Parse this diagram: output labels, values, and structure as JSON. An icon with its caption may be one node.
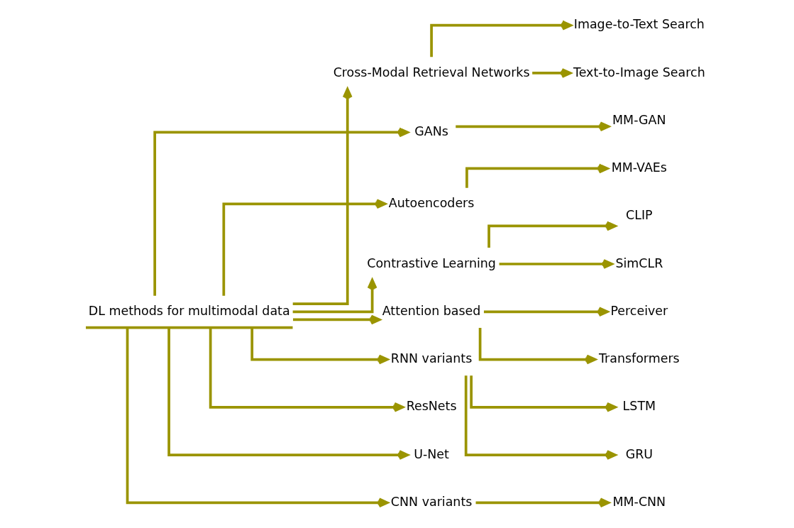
{
  "diagram": {
    "nodes": [
      {
        "text": [
          "DL methods for multimodal data"
        ]
      },
      {
        "text": [
          "Cross-Modal Retrieval Networks"
        ]
      },
      {
        "text": [
          "Image-to-Text Search"
        ]
      },
      {
        "text": [
          "Text-to-Image Search"
        ]
      },
      {
        "text": [
          "GANs"
        ]
      },
      {
        "text": [
          "MM-GAN"
        ]
      },
      {
        "text": [
          "Autoencoders"
        ]
      },
      {
        "text": [
          "MM-VAEs"
        ]
      },
      {
        "text": [
          "Contrastive Learning"
        ]
      },
      {
        "text": [
          "CLIP"
        ]
      },
      {
        "text": [
          "SimCLR"
        ]
      },
      {
        "text": [
          "Attention based"
        ]
      },
      {
        "text": [
          "Perceiver"
        ]
      },
      {
        "text": [
          "Transformers"
        ]
      },
      {
        "text": [
          "RNN variants"
        ]
      },
      {
        "text": [
          "LSTM"
        ]
      },
      {
        "text": [
          "GRU"
        ]
      },
      {
        "text": [
          "ResNets"
        ]
      },
      {
        "text": [
          "U-Net"
        ]
      },
      {
        "text": [
          "CNN variants"
        ]
      },
      {
        "text": [
          "MM-CNN"
        ]
      }
    ],
    "edges": [
      {
        "from": 0,
        "to": 1,
        "arrow": "to"
      },
      {
        "from": 1,
        "to": 2,
        "arrow": "to"
      },
      {
        "from": 1,
        "to": 3,
        "arrow": "to"
      },
      {
        "from": 0,
        "to": 4,
        "arrow": "to"
      },
      {
        "from": 4,
        "to": 5,
        "arrow": "to"
      },
      {
        "from": 0,
        "to": 6,
        "arrow": "to"
      },
      {
        "from": 6,
        "to": 7,
        "arrow": "to"
      },
      {
        "from": 0,
        "to": 8,
        "arrow": "to"
      },
      {
        "from": 8,
        "to": 9,
        "arrow": "to"
      },
      {
        "from": 8,
        "to": 10,
        "arrow": "to"
      },
      {
        "from": 0,
        "to": 11,
        "arrow": "to"
      },
      {
        "from": 11,
        "to": 12,
        "arrow": "to"
      },
      {
        "from": 11,
        "to": 13,
        "arrow": "to"
      },
      {
        "from": 0,
        "to": 14,
        "arrow": "to"
      },
      {
        "from": 14,
        "to": 15,
        "arrow": "to"
      },
      {
        "from": 14,
        "to": 16,
        "arrow": "to"
      },
      {
        "from": 0,
        "to": 17,
        "arrow": "to"
      },
      {
        "from": 0,
        "to": 18,
        "arrow": "to"
      },
      {
        "from": 0,
        "to": 19,
        "arrow": "to"
      },
      {
        "from": 19,
        "to": 20,
        "arrow": "to"
      }
    ]
  }
}
